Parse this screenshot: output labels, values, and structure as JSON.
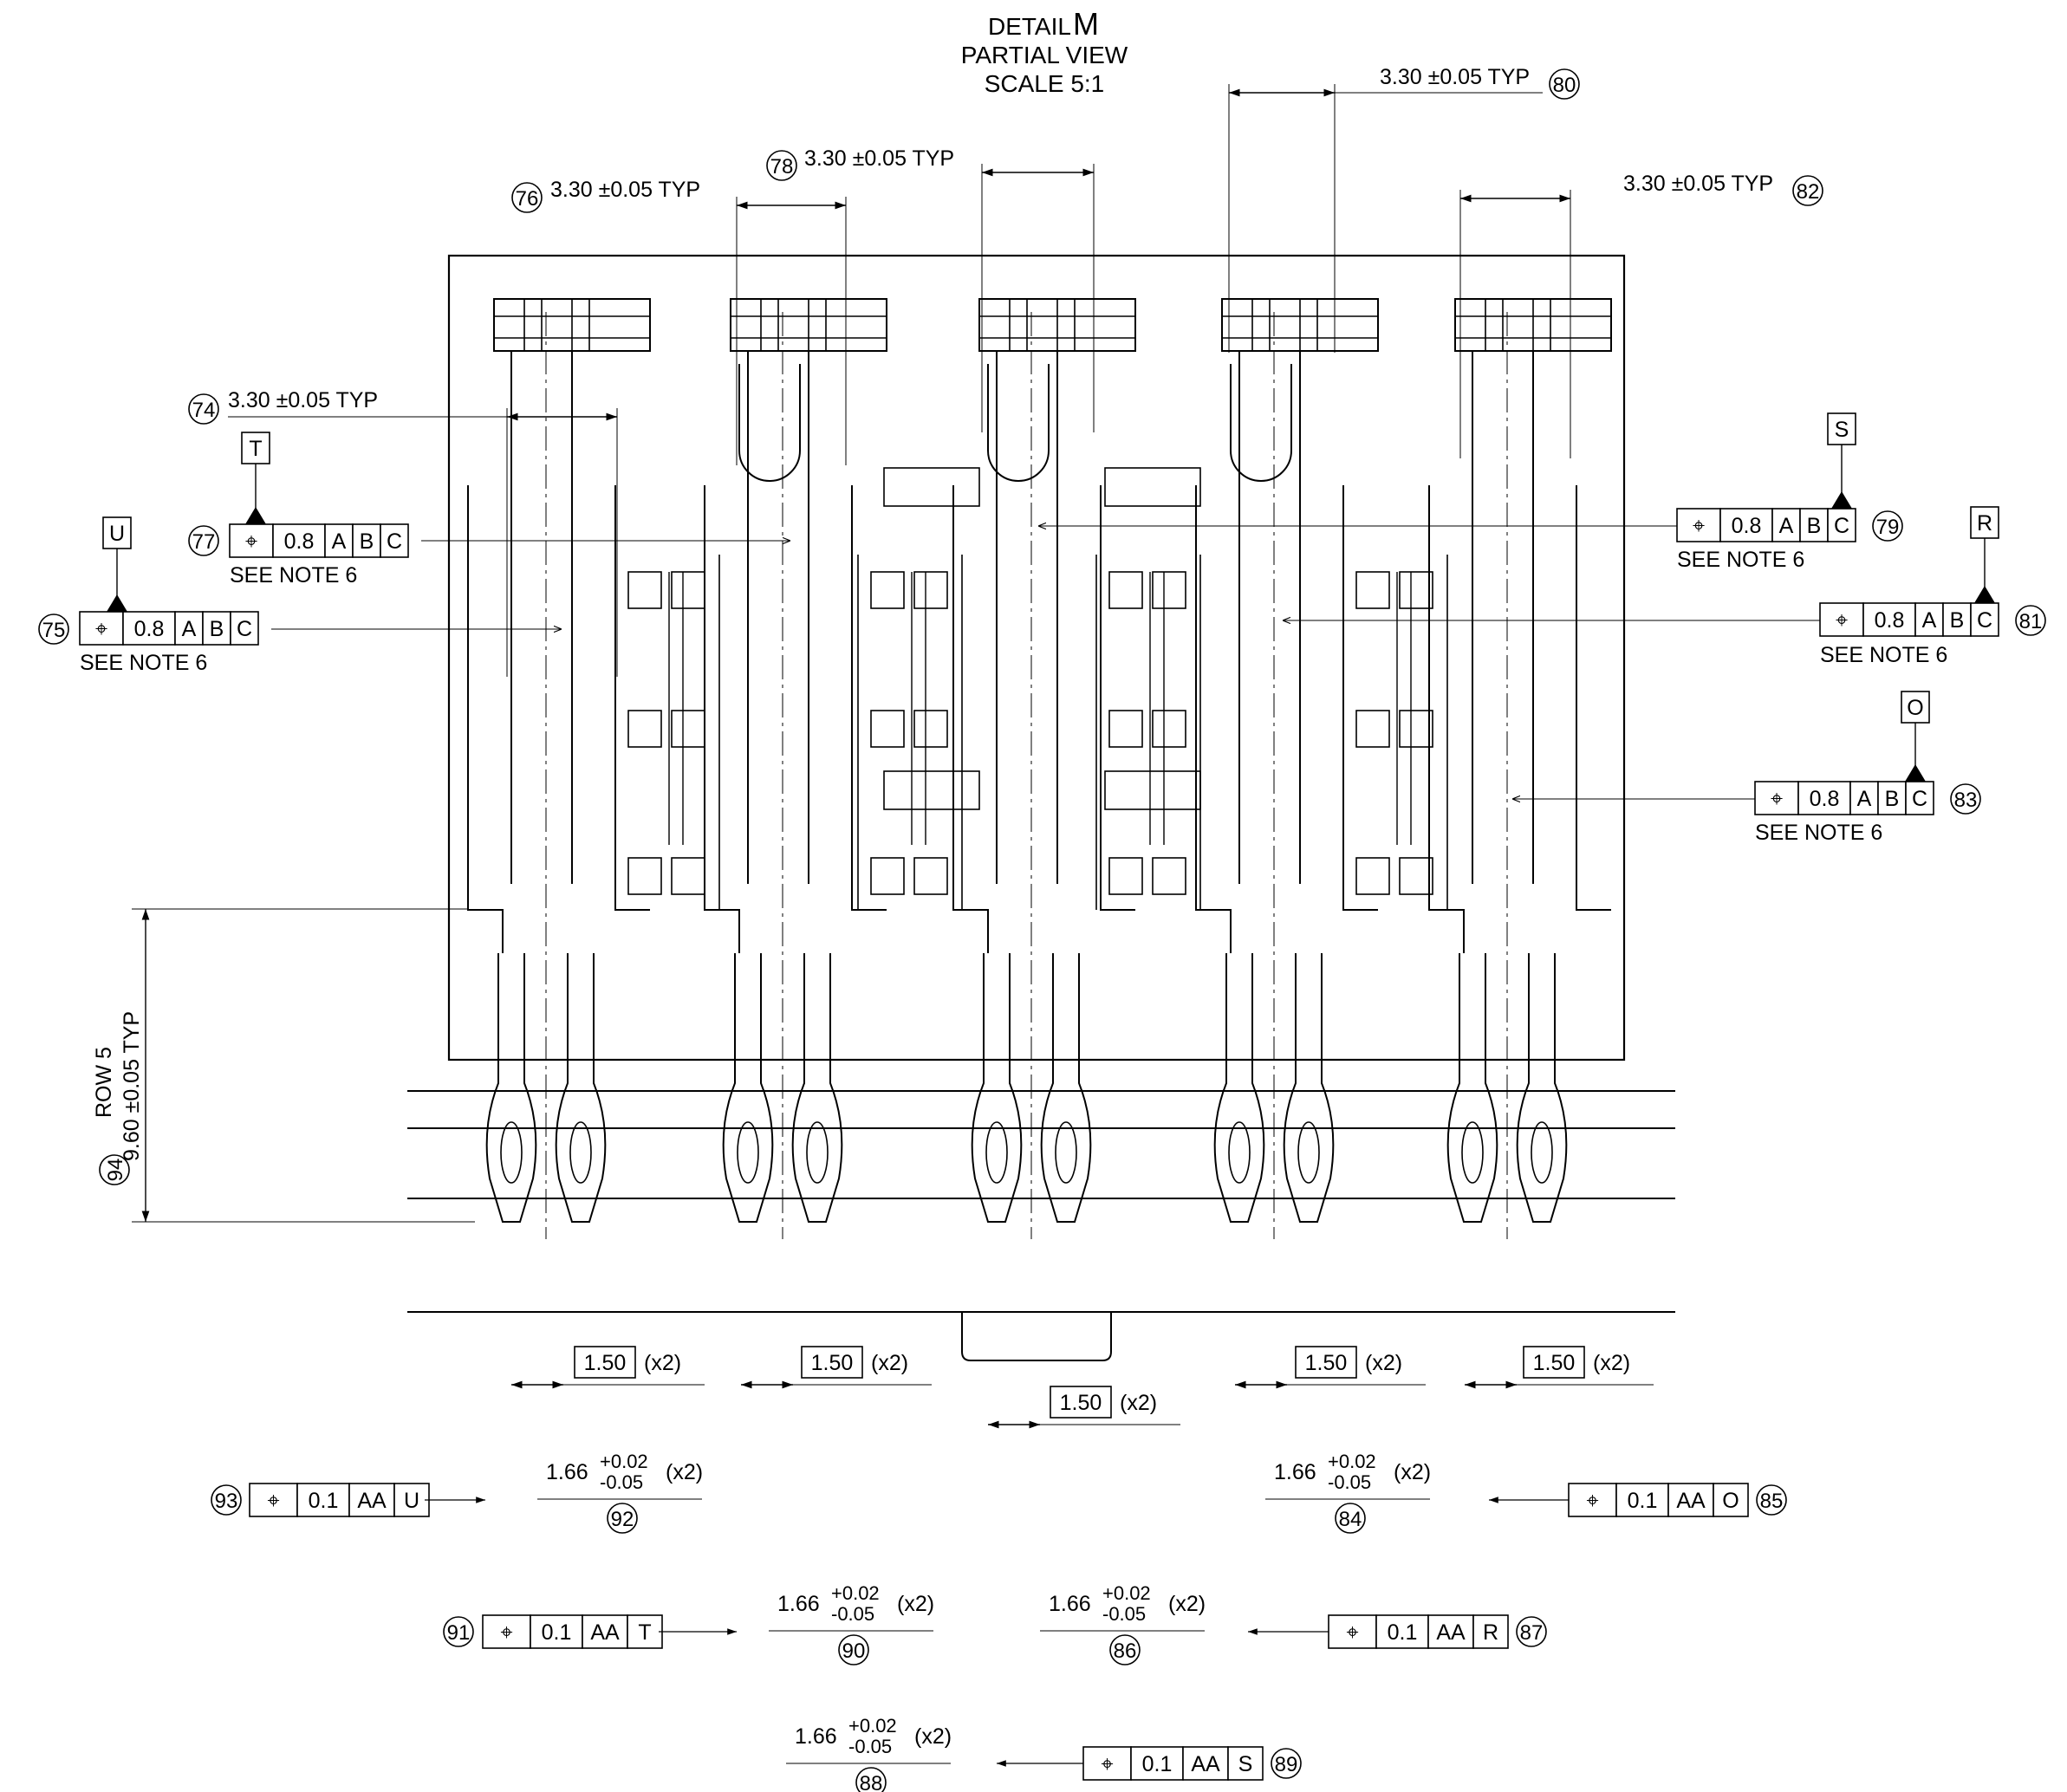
{
  "title": {
    "line1": "DETAIL",
    "letter": "M",
    "line2": "PARTIAL VIEW",
    "line3": "SCALE 5:1"
  },
  "pitch_dims": [
    {
      "text": "3.30 ±0.05 TYP",
      "balloon": "80"
    },
    {
      "text": "3.30 ±0.05 TYP",
      "balloon": "78"
    },
    {
      "text": "3.30 ±0.05 TYP",
      "balloon": "76"
    },
    {
      "text": "3.30 ±0.05 TYP",
      "balloon": "82"
    },
    {
      "text": "3.30 ±0.05 TYP",
      "balloon": "74"
    }
  ],
  "position_tolerances": [
    {
      "symbol": "⌖",
      "tolerance": "0.8",
      "datums": [
        "A",
        "B",
        "C"
      ],
      "balloon": "77",
      "datum_label": "T",
      "note": "SEE NOTE 6"
    },
    {
      "symbol": "⌖",
      "tolerance": "0.8",
      "datums": [
        "A",
        "B",
        "C"
      ],
      "balloon": "75",
      "datum_label": "U",
      "note": "SEE NOTE 6"
    },
    {
      "symbol": "⌖",
      "tolerance": "0.8",
      "datums": [
        "A",
        "B",
        "C"
      ],
      "balloon": "79",
      "datum_label": "S",
      "note": "SEE NOTE 6"
    },
    {
      "symbol": "⌖",
      "tolerance": "0.8",
      "datums": [
        "A",
        "B",
        "C"
      ],
      "balloon": "81",
      "datum_label": "R",
      "note": "SEE NOTE 6"
    },
    {
      "symbol": "⌖",
      "tolerance": "0.8",
      "datums": [
        "A",
        "B",
        "C"
      ],
      "balloon": "83",
      "datum_label": "O",
      "note": "SEE NOTE 6"
    }
  ],
  "row_dim": {
    "line1": "ROW 5",
    "line2": "9.60 ±0.05 TYP",
    "balloon": "94"
  },
  "basic_dims": [
    {
      "value": "1.50",
      "mult": "(x2)"
    },
    {
      "value": "1.50",
      "mult": "(x2)"
    },
    {
      "value": "1.50",
      "mult": "(x2)"
    },
    {
      "value": "1.50",
      "mult": "(x2)"
    },
    {
      "value": "1.50",
      "mult": "(x2)"
    }
  ],
  "width_dims": [
    {
      "nominal": "1.66",
      "upper": "+0.02",
      "lower": "-0.05",
      "mult": "(x2)",
      "balloon": "92"
    },
    {
      "nominal": "1.66",
      "upper": "+0.02",
      "lower": "-0.05",
      "mult": "(x2)",
      "balloon": "84"
    },
    {
      "nominal": "1.66",
      "upper": "+0.02",
      "lower": "-0.05",
      "mult": "(x2)",
      "balloon": "90"
    },
    {
      "nominal": "1.66",
      "upper": "+0.02",
      "lower": "-0.05",
      "mult": "(x2)",
      "balloon": "86"
    },
    {
      "nominal": "1.66",
      "upper": "+0.02",
      "lower": "-0.05",
      "mult": "(x2)",
      "balloon": "88"
    }
  ],
  "lower_fcfs": [
    {
      "symbol": "⌖",
      "tolerance": "0.1",
      "datum1": "AA",
      "datum2": "U",
      "balloon": "93"
    },
    {
      "symbol": "⌖",
      "tolerance": "0.1",
      "datum1": "AA",
      "datum2": "O",
      "balloon": "85"
    },
    {
      "symbol": "⌖",
      "tolerance": "0.1",
      "datum1": "AA",
      "datum2": "T",
      "balloon": "91"
    },
    {
      "symbol": "⌖",
      "tolerance": "0.1",
      "datum1": "AA",
      "datum2": "R",
      "balloon": "87"
    },
    {
      "symbol": "⌖",
      "tolerance": "0.1",
      "datum1": "AA",
      "datum2": "S",
      "balloon": "89"
    }
  ]
}
